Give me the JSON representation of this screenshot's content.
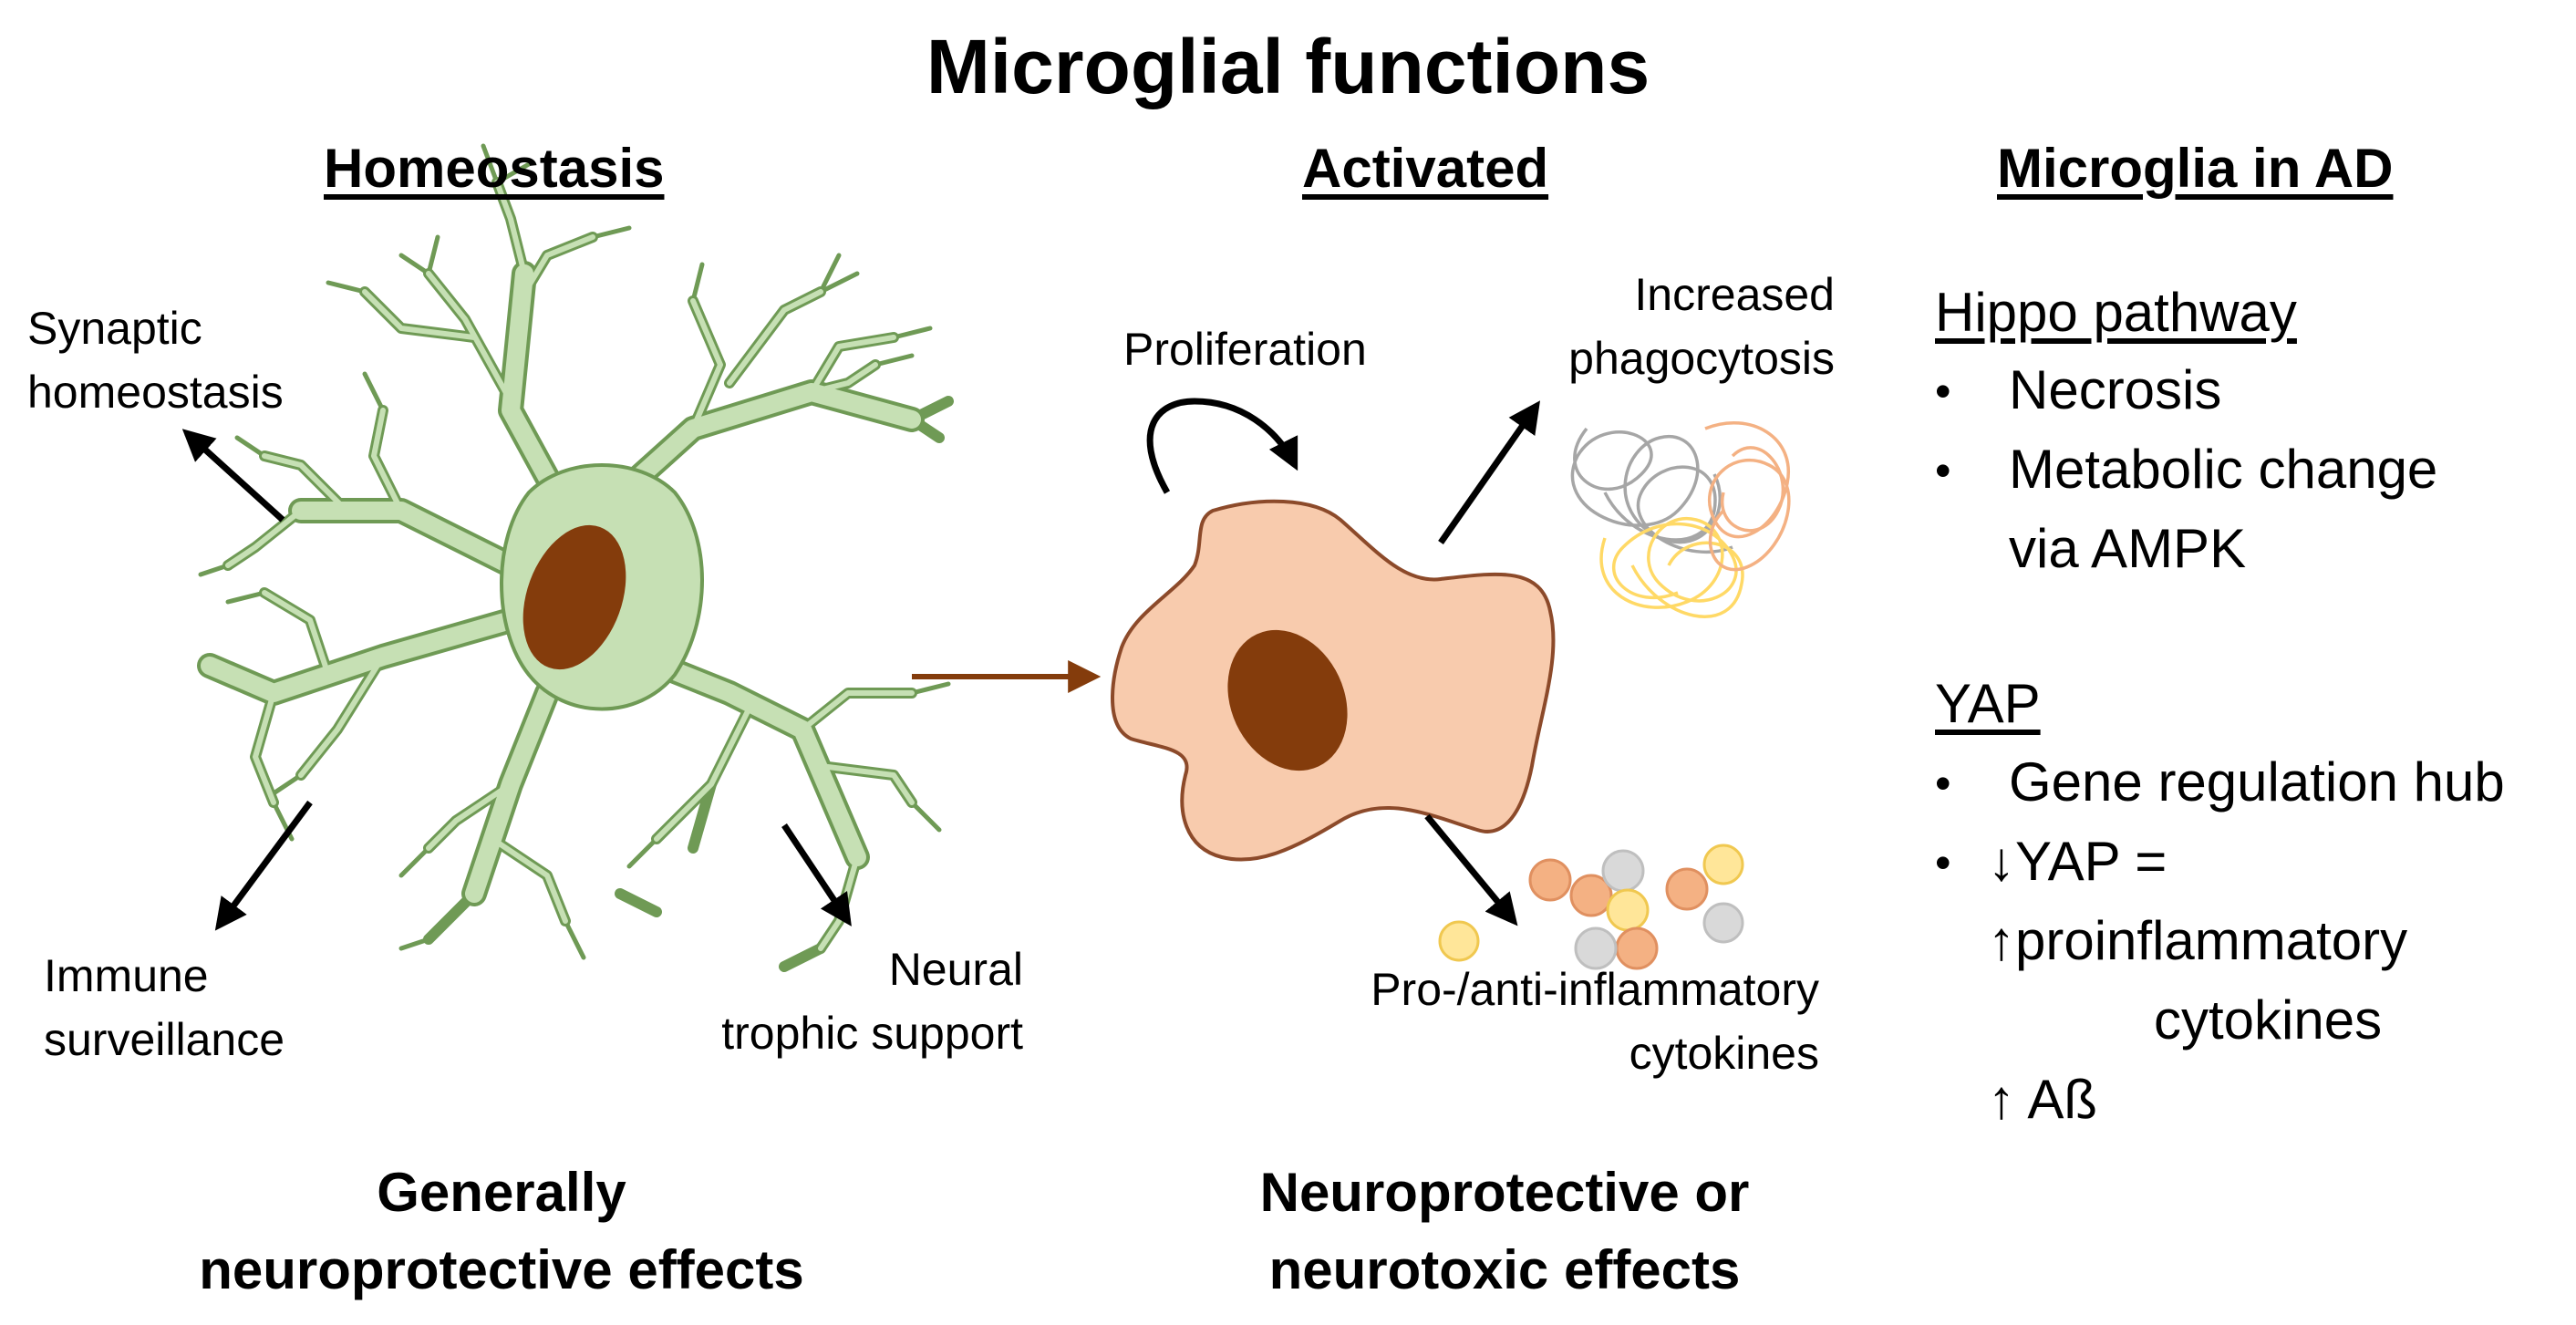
{
  "title": "Microglial functions",
  "columns": {
    "homeostasis": {
      "heading": "Homeostasis",
      "labels": {
        "synaptic_line1": "Synaptic",
        "synaptic_line2": "homeostasis",
        "immune_line1": "Immune",
        "immune_line2": "surveillance",
        "neural_line1": "Neural",
        "neural_line2": "trophic support"
      },
      "effect_line1": "Generally",
      "effect_line2": "neuroprotective effects"
    },
    "activated": {
      "heading": "Activated",
      "labels": {
        "proliferation": "Proliferation",
        "phago_line1": "Increased",
        "phago_line2": "phagocytosis",
        "cytokines_line1": "Pro-/anti-inflammatory",
        "cytokines_line2": "cytokines"
      },
      "effect_line1": "Neuroprotective or",
      "effect_line2": "neurotoxic effects"
    },
    "ad": {
      "heading": "Microglia in AD",
      "hippo": {
        "heading": "Hippo pathway",
        "items": [
          "Necrosis",
          "Metabolic change",
          "via AMPK"
        ]
      },
      "yap": {
        "heading": "YAP",
        "items": [
          "Gene regulation hub",
          "↓YAP =",
          "↑proinflammatory",
          "cytokines",
          "↑ Aß"
        ]
      }
    }
  },
  "colors": {
    "resting_cell_fill": "#c6e0b4",
    "resting_cell_stroke": "#6f9a55",
    "activated_cell_fill": "#f8cbad",
    "activated_cell_stroke": "#8c4a2a",
    "nucleus": "#843c0c",
    "transition_arrow": "#843c0c",
    "debris": [
      "#a6a6a6",
      "#ffd966",
      "#f4b183"
    ],
    "cytokine_particles": [
      "#f4b183",
      "#ffe699",
      "#d9d9d9"
    ]
  }
}
